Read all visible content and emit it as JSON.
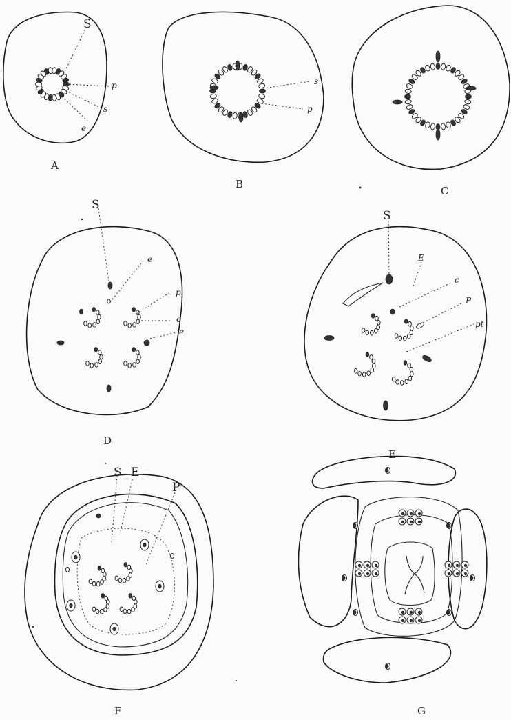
{
  "figures": [
    {
      "id": "A",
      "labels": {
        "S": "S",
        "p": "p",
        "s": "s",
        "e": "e"
      }
    },
    {
      "id": "B",
      "labels": {
        "s": "s",
        "p": "p"
      }
    },
    {
      "id": "C",
      "labels": {}
    },
    {
      "id": "D",
      "labels": {
        "S": "S",
        "e": "e",
        "p": "p.",
        "c": "c",
        "e2": "e"
      }
    },
    {
      "id": "E",
      "labels": {
        "S": "S",
        "E": "E",
        "c": "c",
        "P": "P",
        "pt": "pt"
      }
    },
    {
      "id": "F",
      "labels": {
        "S": "S",
        "E": "E",
        "P": "P"
      }
    },
    {
      "id": "G",
      "labels": {}
    }
  ]
}
